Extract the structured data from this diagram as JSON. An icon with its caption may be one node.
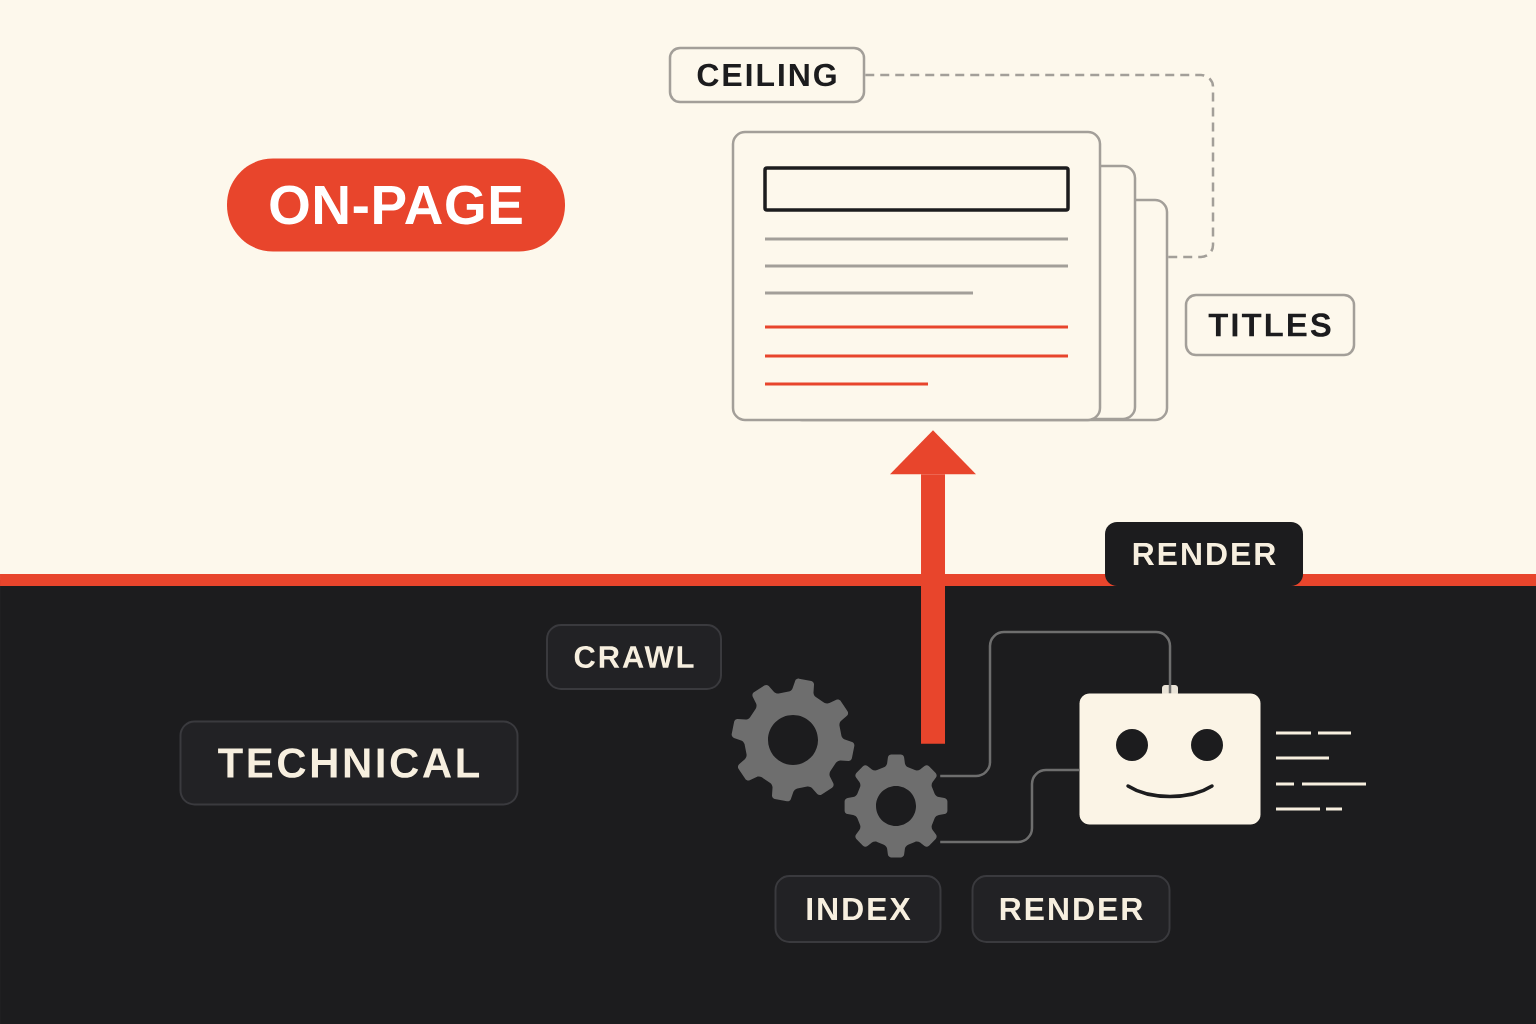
{
  "diagram": {
    "nodes": [
      {
        "text": [
          "CEILING"
        ]
      },
      {
        "text": [
          "ON-PAGE"
        ]
      },
      {
        "text": [],
        "shape": "picture"
      },
      {
        "text": [
          "TITLES"
        ]
      },
      {
        "text": [
          "RENDER"
        ]
      },
      {
        "text": [
          "CRAWL"
        ]
      },
      {
        "text": [
          "TECHNICAL"
        ]
      },
      {
        "text": [],
        "shape": "picture"
      },
      {
        "text": [],
        "shape": "picture"
      },
      {
        "text": [
          "INDEX"
        ]
      },
      {
        "text": [
          "RENDER"
        ]
      }
    ],
    "edges": [
      {
        "from": 0,
        "to": 2,
        "arrow": "none",
        "style": "dashed"
      },
      {
        "from": 7,
        "to": 2,
        "arrow": "to",
        "style": "thick",
        "color": "#e8452c"
      },
      {
        "from": 7,
        "to": 8,
        "arrow": "none"
      },
      {
        "from": 7,
        "to": 8,
        "arrow": "none"
      }
    ]
  }
}
